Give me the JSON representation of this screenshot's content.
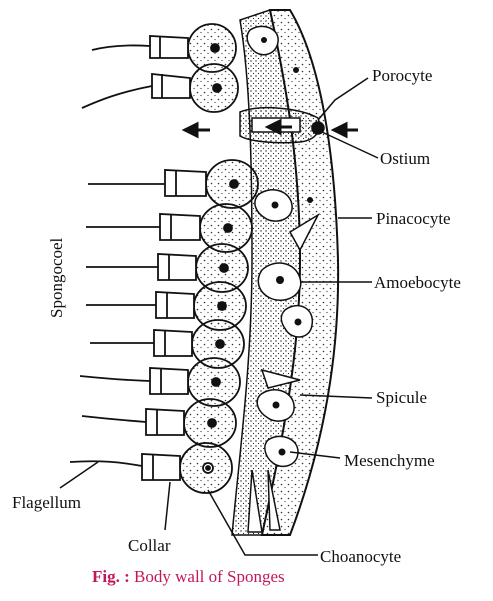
{
  "labels": {
    "porocyte": "Porocyte",
    "ostium": "Ostium",
    "pinacocyte": "Pinacocyte",
    "amoebocyte": "Amoebocyte",
    "spicule": "Spicule",
    "mesenchyme": "Mesenchyme",
    "choanocyte": "Choanocyte",
    "collar": "Collar",
    "flagellum": "Flagellum",
    "spongocoel": "Spongocoel"
  },
  "caption": {
    "prefix": "Fig. :",
    "text": " Body wall of Sponges",
    "color": "#c2185b"
  },
  "colors": {
    "ink": "#111111",
    "stipple": "#444444"
  }
}
